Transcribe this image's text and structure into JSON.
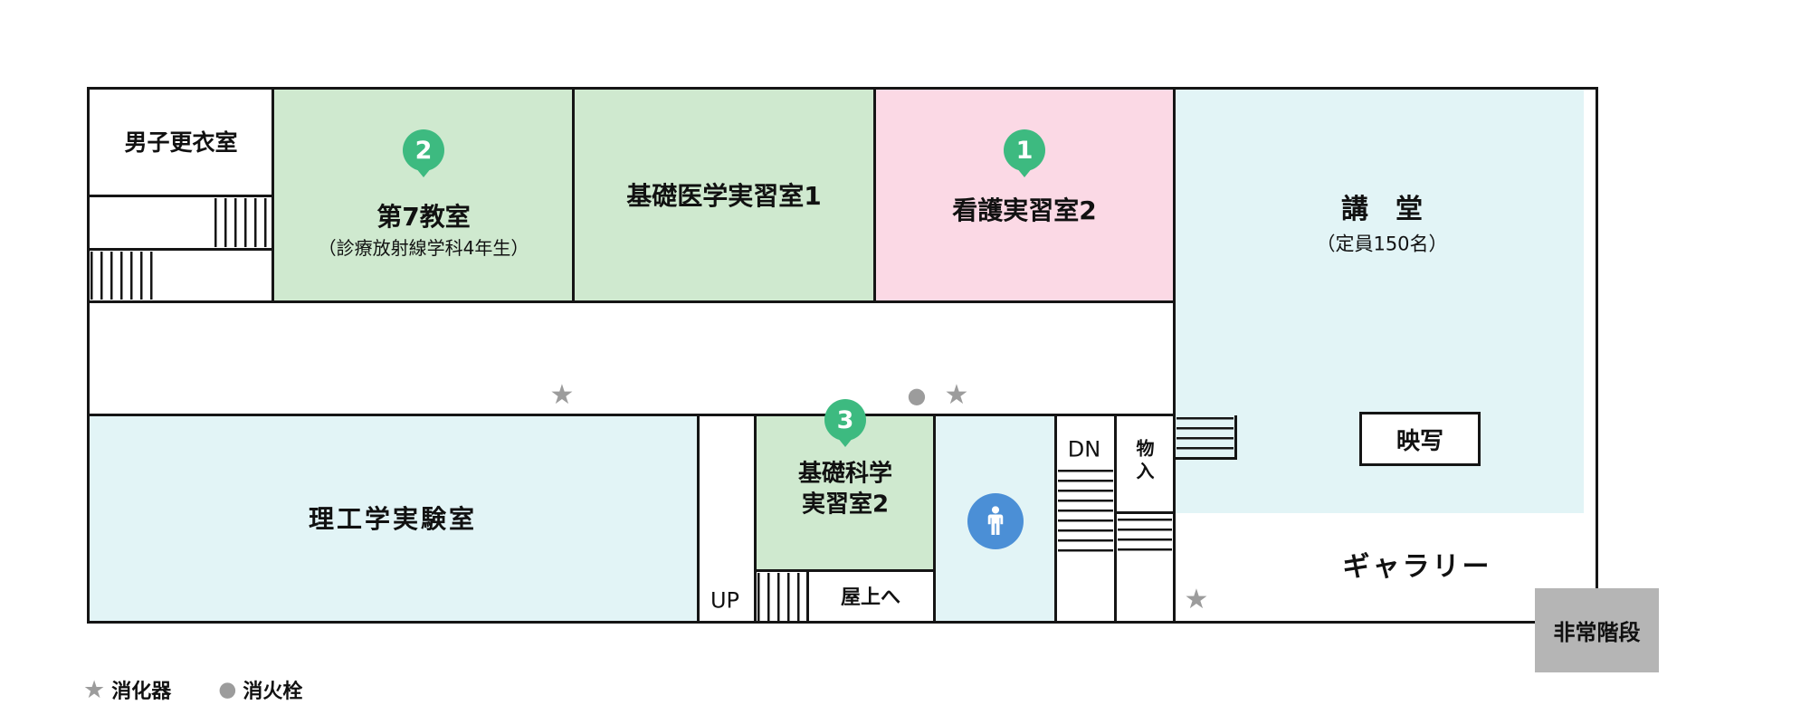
{
  "colors": {
    "room_green": "#cfe9cf",
    "room_pink": "#fbd9e5",
    "room_blue": "#e2f4f6",
    "badge_green": "#3dba80",
    "restroom_blue": "#4b8fd6",
    "emergency_gray": "#b5b5b5",
    "marker_gray": "#9c9c9c",
    "wall_black": "#151515"
  },
  "rooms": {
    "mens_locker_room": {
      "label": "男子更衣室"
    },
    "classroom_7": {
      "badge": "2",
      "label": "第7教室",
      "sublabel": "（診療放射線学科4年生）"
    },
    "basic_medicine_lab_1": {
      "label": "基礎医学実習室1"
    },
    "nursing_lab_2": {
      "badge": "1",
      "label": "看護実習室2"
    },
    "auditorium": {
      "label": "講　堂",
      "sublabel": "（定員150名）"
    },
    "projection_room": {
      "label": "映写"
    },
    "science_engineering_lab": {
      "label": "理工学実験室"
    },
    "basic_science_lab_2": {
      "badge": "3",
      "label_line1": "基礎科学",
      "label_line2": "実習室2"
    },
    "rooftop_access": {
      "label": "屋上へ"
    },
    "storage": {
      "label": "物入"
    },
    "gallery": {
      "label": "ギャラリー"
    },
    "emergency_stairs": {
      "label": "非常階段"
    }
  },
  "stairs": {
    "up": "UP",
    "down": "DN"
  },
  "markers": {
    "star": "★",
    "dot": "●"
  },
  "legend": {
    "star_glyph": "★",
    "extinguisher": "消化器",
    "dot_glyph": "●",
    "hydrant": "消火栓"
  }
}
